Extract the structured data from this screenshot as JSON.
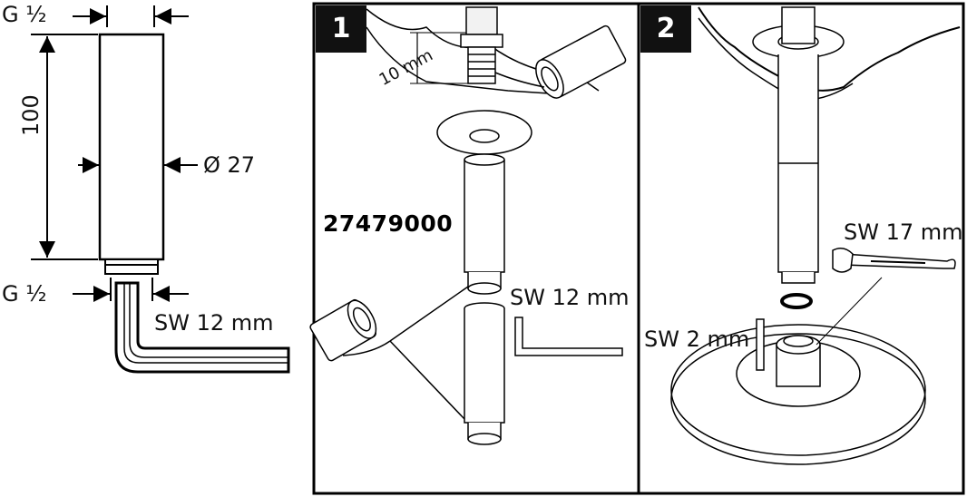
{
  "dimensions": {
    "thread_top": "G ½",
    "thread_bottom": "G ½",
    "length": "100",
    "diameter": "Ø 27",
    "hex_key_left": "SW 12 mm"
  },
  "step1": {
    "number": "1",
    "measure": "10 mm",
    "part_number": "27479000",
    "hex_key": "SW 12 mm"
  },
  "step2": {
    "number": "2",
    "wrench": "SW 17 mm",
    "hex_key": "SW 2 mm"
  }
}
